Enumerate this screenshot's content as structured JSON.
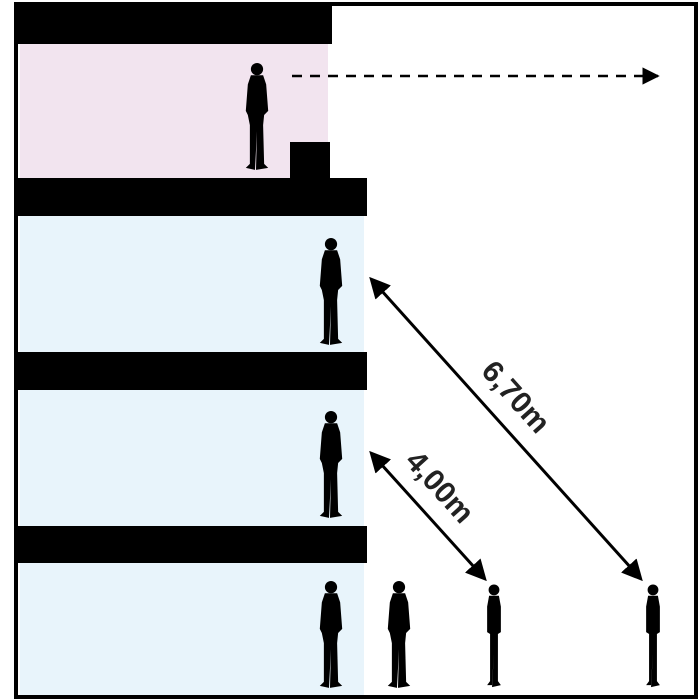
{
  "diagram": {
    "colors": {
      "frame": "#000000",
      "top_floor_fill": "#f2e4ef",
      "lower_floor_fill": "#e8f4fb",
      "person": "#000000",
      "arrow": "#000000",
      "label": "#222222"
    },
    "dimensions": [
      {
        "label": "6,70m"
      },
      {
        "label": "4,00m"
      }
    ],
    "floors": [
      {
        "name": "top-floor",
        "tint": "pink"
      },
      {
        "name": "floor-3",
        "tint": "light-blue"
      },
      {
        "name": "floor-2",
        "tint": "light-blue"
      },
      {
        "name": "floor-1",
        "tint": "light-blue"
      }
    ],
    "annotations": {
      "sight_line": "dashed-arrow-right"
    }
  }
}
